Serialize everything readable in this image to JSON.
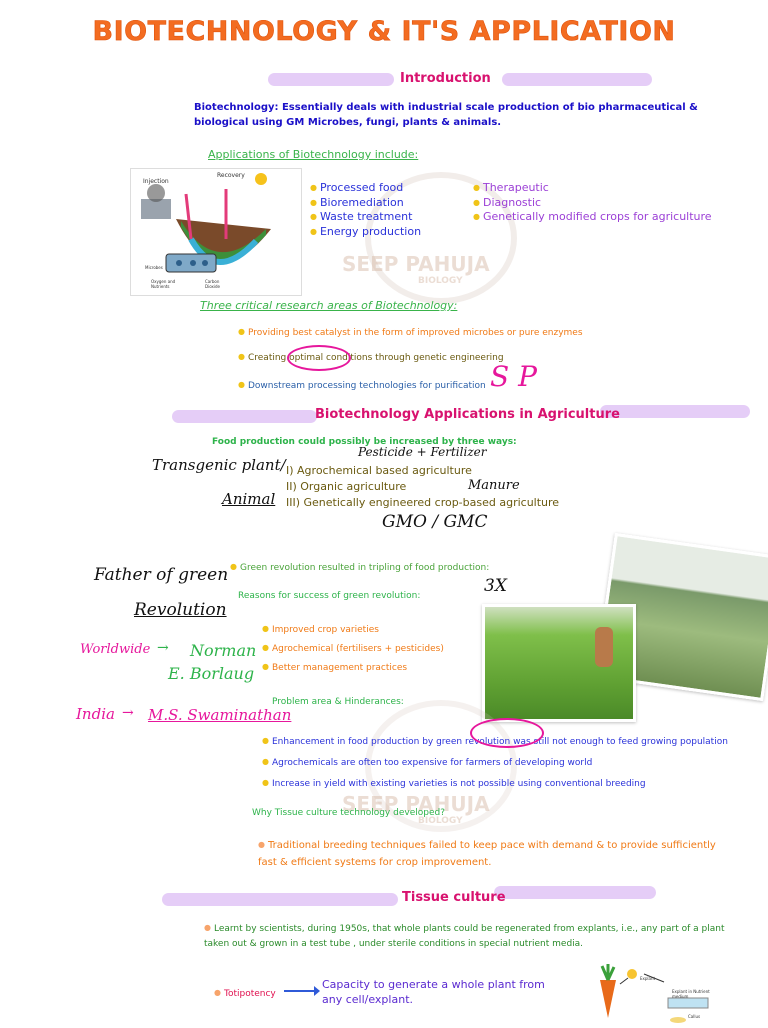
{
  "title": "BIOTECHNOLOGY & IT'S APPLICATION",
  "sections": {
    "introduction": "Introduction",
    "agriculture": "Biotechnology Applications in Agriculture",
    "tissue": "Tissue culture"
  },
  "intro_text": "Biotechnology: Essentially deals with industrial scale production of bio pharmaceutical & biological using GM Microbes, fungi, plants & animals.",
  "applications": {
    "heading": "Applications of Biotechnology include:",
    "left": [
      "Processed food",
      "Bioremediation",
      "Waste treatment",
      "Energy production"
    ],
    "right": [
      "Therapeutic",
      "Diagnostic",
      "Genetically modified crops for agriculture"
    ]
  },
  "diagram_labels": {
    "injection": "Injection",
    "recovery": "Recovery",
    "microbes": "Microbes",
    "oxygen": "Oxygen and Nutrients",
    "carbon": "Carbon Dioxide"
  },
  "research": {
    "heading": "Three critical research areas of Biotechnology:",
    "items": [
      "Providing best catalyst in the form of improved microbes or pure enzymes",
      "Creating optimal conditions through genetic engineering",
      "Downstream processing technologies for purification"
    ]
  },
  "food": {
    "heading": "Food production could possibly be increased by three ways:",
    "items": [
      "I) Agrochemical based agriculture",
      "II) Organic agriculture",
      "III) Genetically engineered crop-based agriculture"
    ]
  },
  "green_rev": {
    "statement": "Green revolution resulted in tripling of food production:",
    "reasons_heading": "Reasons for success of green revolution:",
    "reasons": [
      "Improved crop varieties",
      "Agrochemical (fertilisers + pesticides)",
      "Better management practices"
    ]
  },
  "problems": {
    "heading": "Problem area & Hinderances:",
    "items": [
      "Enhancement in food production by green revolution was still not enough to feed growing population",
      "Agrochemicals are often too expensive for farmers of developing world",
      "Increase in yield with existing varieties is not possible using conventional breeding"
    ]
  },
  "tissue_why": {
    "heading": "Why Tissue culture technology developed?",
    "item": "Traditional breeding techniques failed to keep pace with demand & to provide sufficiently fast & efficient systems for crop improvement."
  },
  "tissue_text": "Learnt by scientists, during 1950s, that whole plants could be regenerated from explants, i.e., any part of a plant taken out & grown in a test tube , under sterile conditions in special nutrient media.",
  "totipotency": {
    "term": "Totipotency",
    "definition": "Capacity to generate a whole plant from any cell/explant."
  },
  "totipotency_diagram": {
    "explant": "Explant",
    "medium": "Explant in Nutrient medium",
    "callus": "Callus"
  },
  "watermark": {
    "name": "SEEP PAHUJA",
    "sub": "BIOLOGY"
  },
  "handwritten": {
    "sp": "S P",
    "pesticide": "Pesticide + Fertilizer",
    "manure": "Manure",
    "transgenic": "Transgenic plant/",
    "animal": "Animal",
    "gmo": "GMO / GMC",
    "three_x": "3X",
    "father_1": "Father of green",
    "father_2": "Revolution",
    "worldwide": "Worldwide",
    "norman": "Norman",
    "borlaug": "E. Borlaug",
    "india": "India",
    "swaminathan": "M.S. Swaminathan"
  },
  "colors": {
    "title": "#f36c21",
    "band": "#e5cdf7",
    "magenta": "#d8126f",
    "blue": "#1b10c8",
    "green": "#2db34a",
    "purple": "#9b3fd6",
    "orange": "#f07a16",
    "pink": "#e6179c"
  }
}
